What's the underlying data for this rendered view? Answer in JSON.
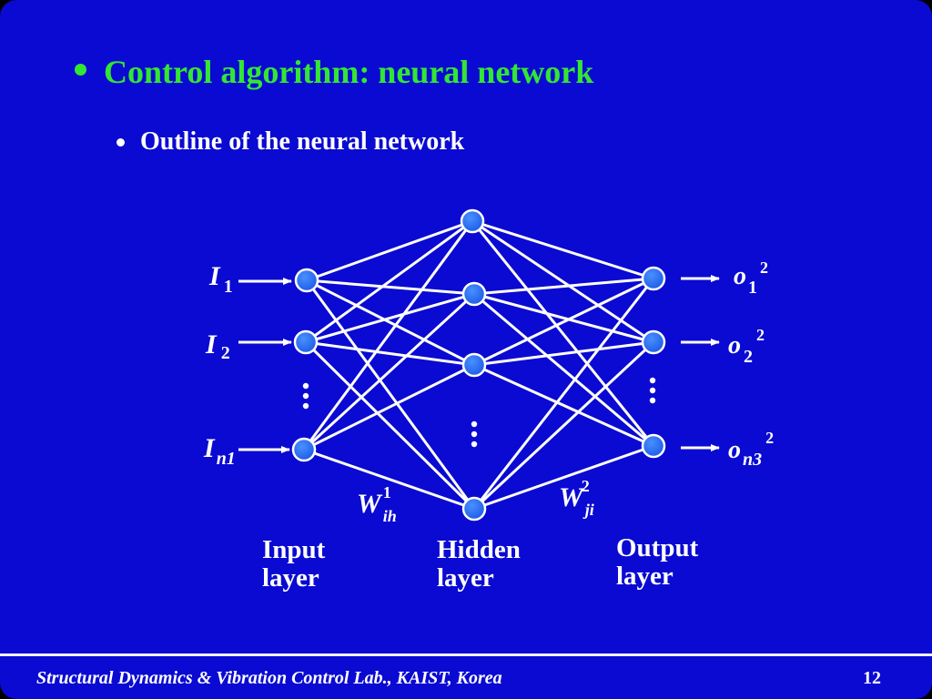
{
  "slide": {
    "title": "Control algorithm: neural network",
    "subtitle": "Outline of the neural network",
    "footer": "Structural Dynamics & Vibration Control Lab., KAIST, Korea",
    "page_number": "12"
  },
  "diagram": {
    "inputs": [
      {
        "base": "I",
        "sub": "1"
      },
      {
        "base": "I",
        "sub": "2"
      },
      {
        "base": "I",
        "sub": "n1"
      }
    ],
    "outputs": [
      {
        "base": "o",
        "sub": "1",
        "sup": "2"
      },
      {
        "base": "o",
        "sub": "2",
        "sup": "2"
      },
      {
        "base": "o",
        "sub": "n3",
        "sup": "2"
      }
    ],
    "weight_input_hidden": {
      "base": "W",
      "sub": "ih",
      "sup": "1"
    },
    "weight_hidden_output": {
      "base": "W",
      "sub": "ji",
      "sup": "2"
    },
    "layers": {
      "input": [
        "Input",
        "layer"
      ],
      "hidden": [
        "Hidden",
        "layer"
      ],
      "output": [
        "Output",
        "layer"
      ]
    },
    "colors": {
      "background": "#0a0ad2",
      "node": "#1e6cff",
      "edge": "#ffffff",
      "title": "#33e633"
    }
  }
}
